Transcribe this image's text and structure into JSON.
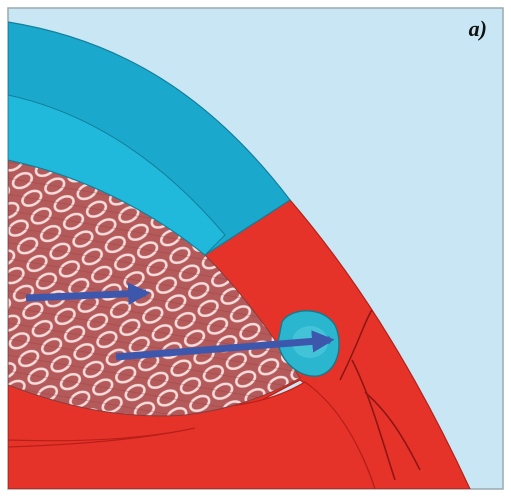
{
  "figure": {
    "panel_label": "a)",
    "colors": {
      "background": "#c8e6f3",
      "frame_stroke": "#9aa8b0",
      "cornea_outer": "#1aa8cc",
      "cornea_inner": "#21b9db",
      "sclera": "#e6332a",
      "sclera_edge": "#b81f18",
      "vessel": "#8f1613",
      "trabecular_fill": "#b45a5a",
      "trabecular_mesh": "#f6dcdc",
      "canal": "#2ab6cf",
      "canal_center": "#56cde0",
      "arrow": "#3d57ad"
    },
    "icons": [
      "flow-arrow",
      "flow-arrow"
    ]
  }
}
